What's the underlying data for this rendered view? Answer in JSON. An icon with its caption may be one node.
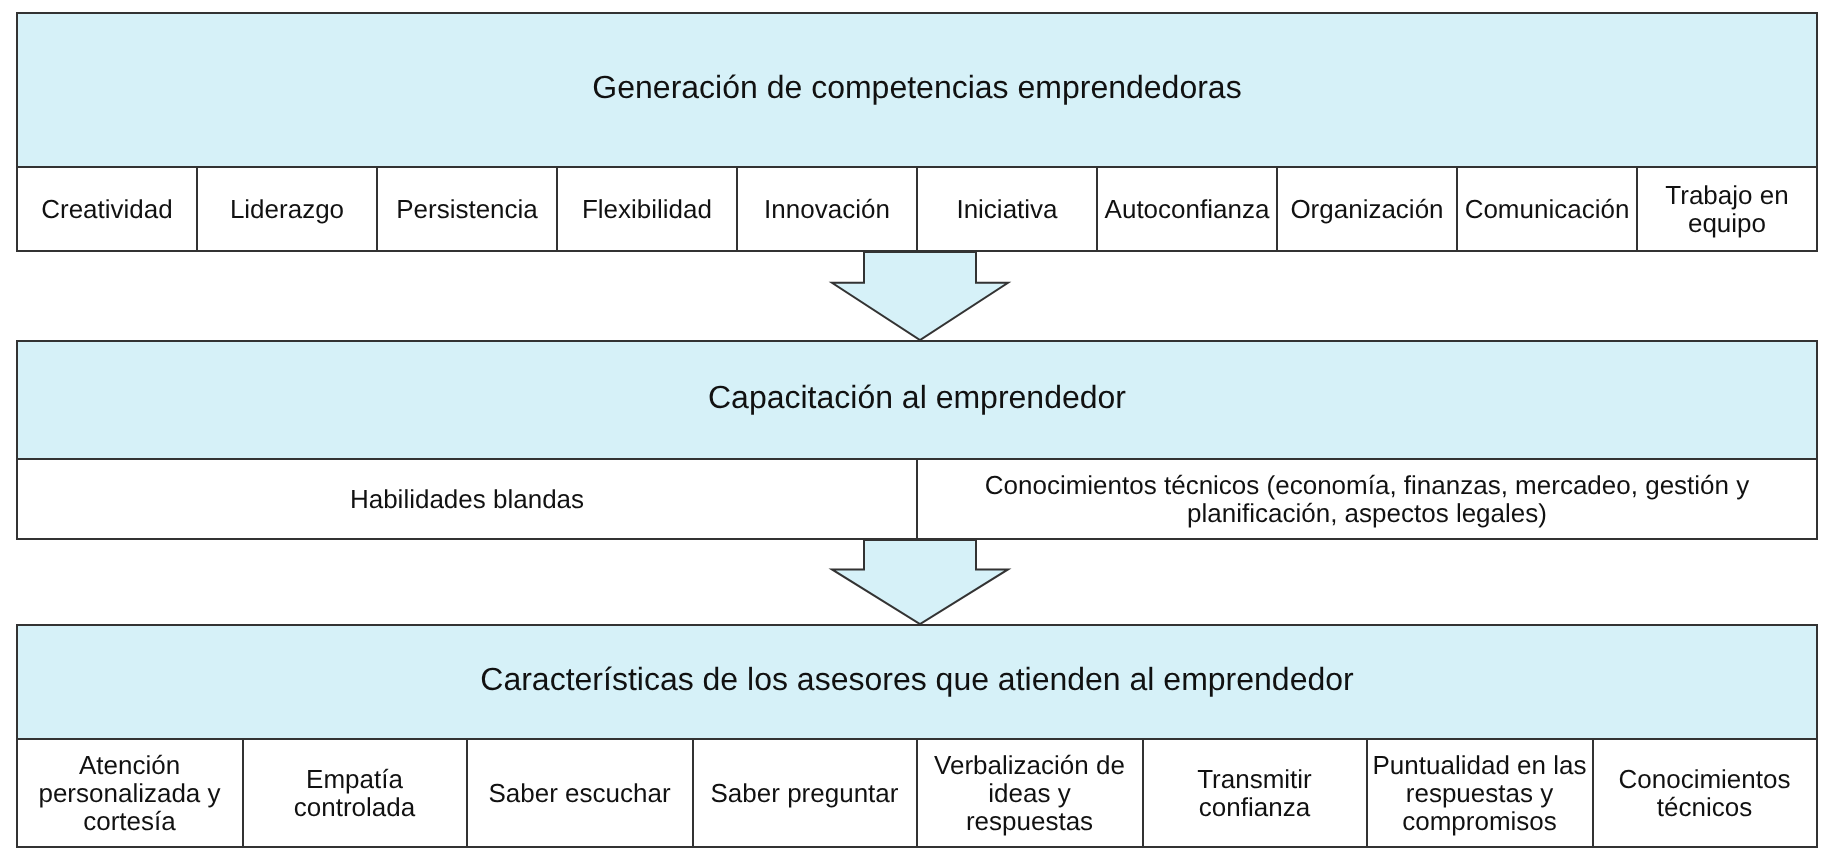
{
  "diagram": {
    "nodes": [
      {
        "text": [
          "Generación de competencias emprendedoras"
        ]
      },
      {
        "text": [
          "Creatividad"
        ],
        "in": 0
      },
      {
        "text": [
          "Liderazgo"
        ],
        "in": 0
      },
      {
        "text": [
          "Persistencia"
        ],
        "in": 0
      },
      {
        "text": [
          "Flexibilidad"
        ],
        "in": 0
      },
      {
        "text": [
          "Innovación"
        ],
        "in": 0
      },
      {
        "text": [
          "Iniciativa"
        ],
        "in": 0
      },
      {
        "text": [
          "Autoconfianza"
        ],
        "in": 0
      },
      {
        "text": [
          "Organización"
        ],
        "in": 0
      },
      {
        "text": [
          "Comunicación"
        ],
        "in": 0
      },
      {
        "text": [
          "Trabajo en equipo"
        ],
        "in": 0
      },
      {
        "text": [
          "Capacitación al emprendedor"
        ]
      },
      {
        "text": [
          "Habilidades blandas"
        ],
        "in": 11
      },
      {
        "text": [
          "Conocimientos técnicos (economía, finanzas, mercadeo, gestión y planificación, aspectos legales)"
        ],
        "in": 11
      },
      {
        "text": [
          "Características de los asesores que atienden al emprendedor"
        ]
      },
      {
        "text": [
          "Atención personalizada y cortesía"
        ],
        "in": 14
      },
      {
        "text": [
          "Empatía controlada"
        ],
        "in": 14
      },
      {
        "text": [
          "Saber escuchar"
        ],
        "in": 14
      },
      {
        "text": [
          "Saber preguntar"
        ],
        "in": 14
      },
      {
        "text": [
          "Verbalización de ideas y respuestas"
        ],
        "in": 14
      },
      {
        "text": [
          "Transmitir confianza"
        ],
        "in": 14
      },
      {
        "text": [
          "Puntualidad en las respuestas y compromisos"
        ],
        "in": 14
      },
      {
        "text": [
          "Conocimientos técnicos"
        ],
        "in": 14
      }
    ],
    "edges": [
      {
        "from": 0,
        "to": 11,
        "arrow": "to"
      },
      {
        "from": 11,
        "to": 14,
        "arrow": "to"
      }
    ]
  }
}
